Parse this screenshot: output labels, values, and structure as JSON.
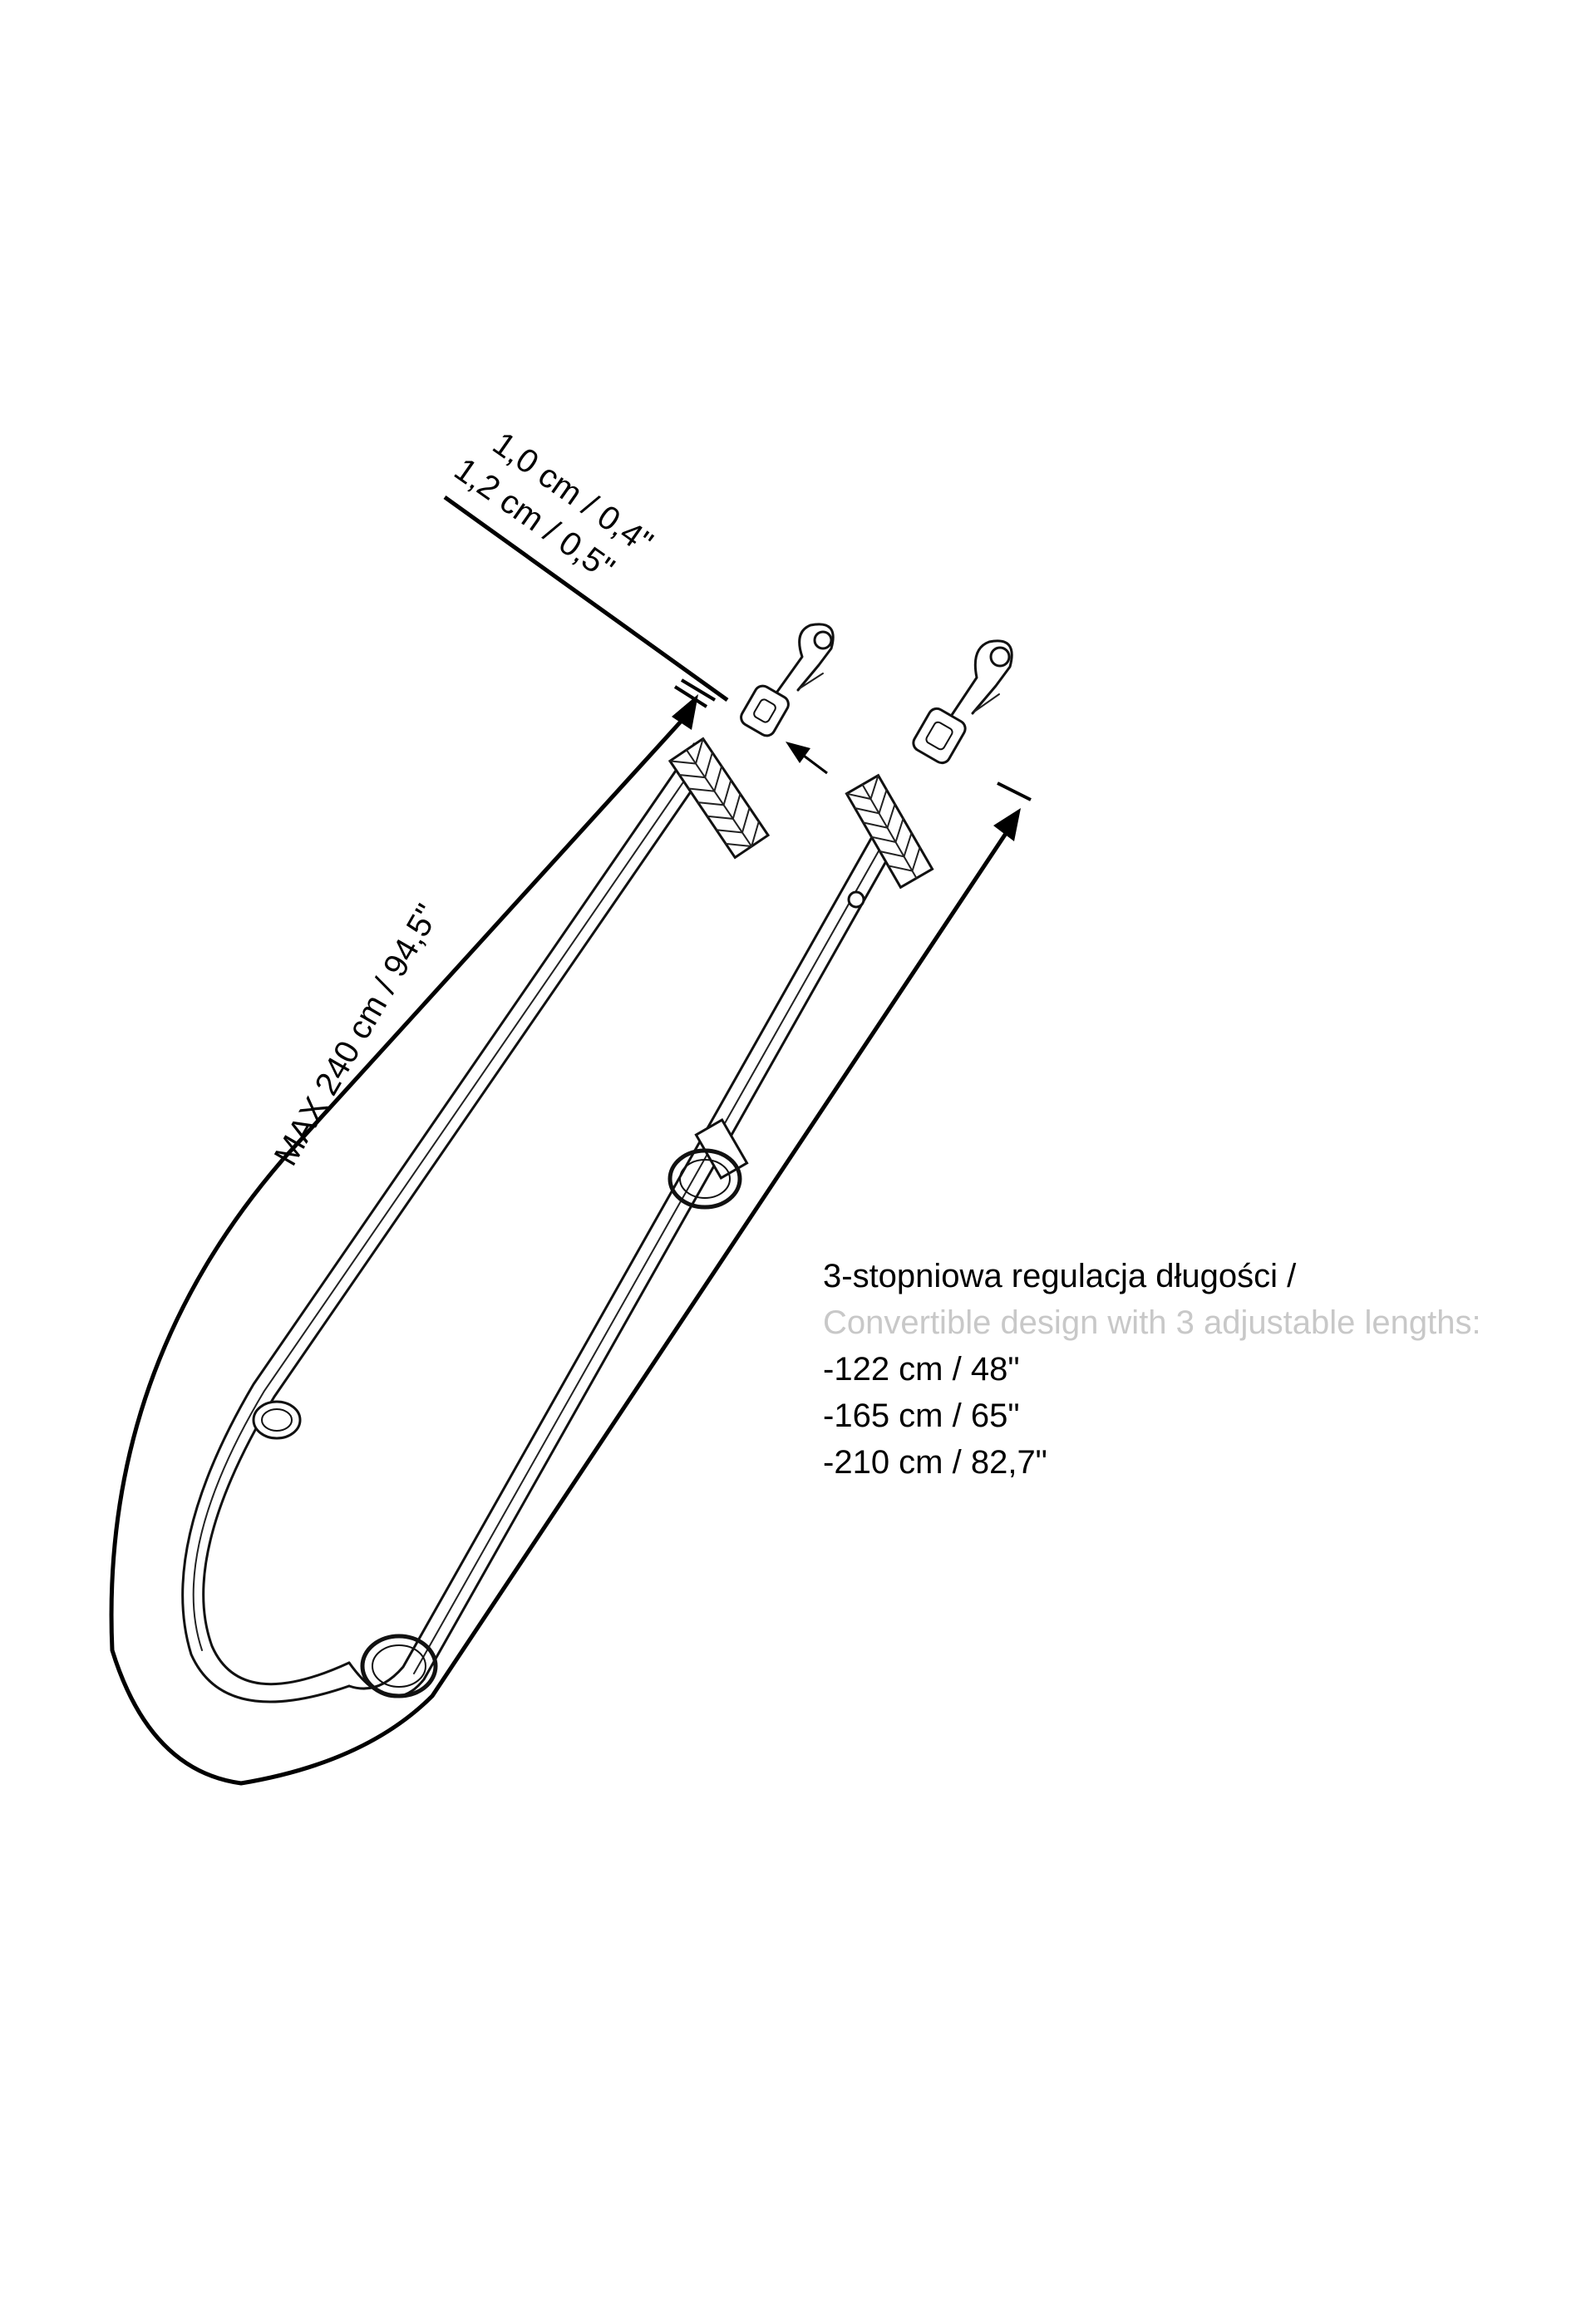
{
  "width_label": {
    "line1": "1,0 cm / 0,4\"",
    "line2": "1,2 cm / 0,5\""
  },
  "max_length_label": "MAX 240 cm / 94,5\"",
  "adjustment": {
    "title_pl": "3-stopniowa regulacja długości /",
    "title_en": "Convertible design with 3 adjustable lengths:",
    "lengths": [
      "-122 cm / 48\"",
      "-165 cm / 65\"",
      "-210 cm / 82,7\""
    ]
  },
  "colors": {
    "ink": "#000000",
    "english_text": "#c8c8c8",
    "background": "#ffffff"
  }
}
